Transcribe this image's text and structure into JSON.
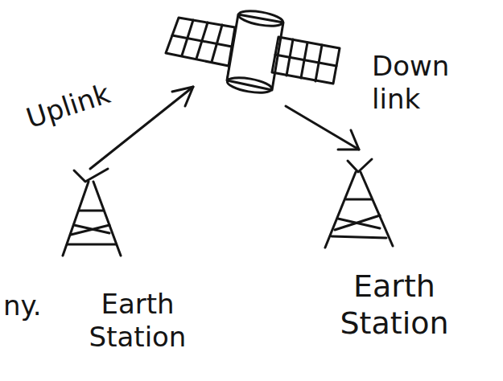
{
  "diagram": {
    "nodes": [
      {
        "text": [
          "Earth Station"
        ]
      },
      {
        "text": [
          "Earth Station"
        ]
      }
    ],
    "labels": [
      "Uplink",
      "Down link",
      "ny."
    ]
  }
}
